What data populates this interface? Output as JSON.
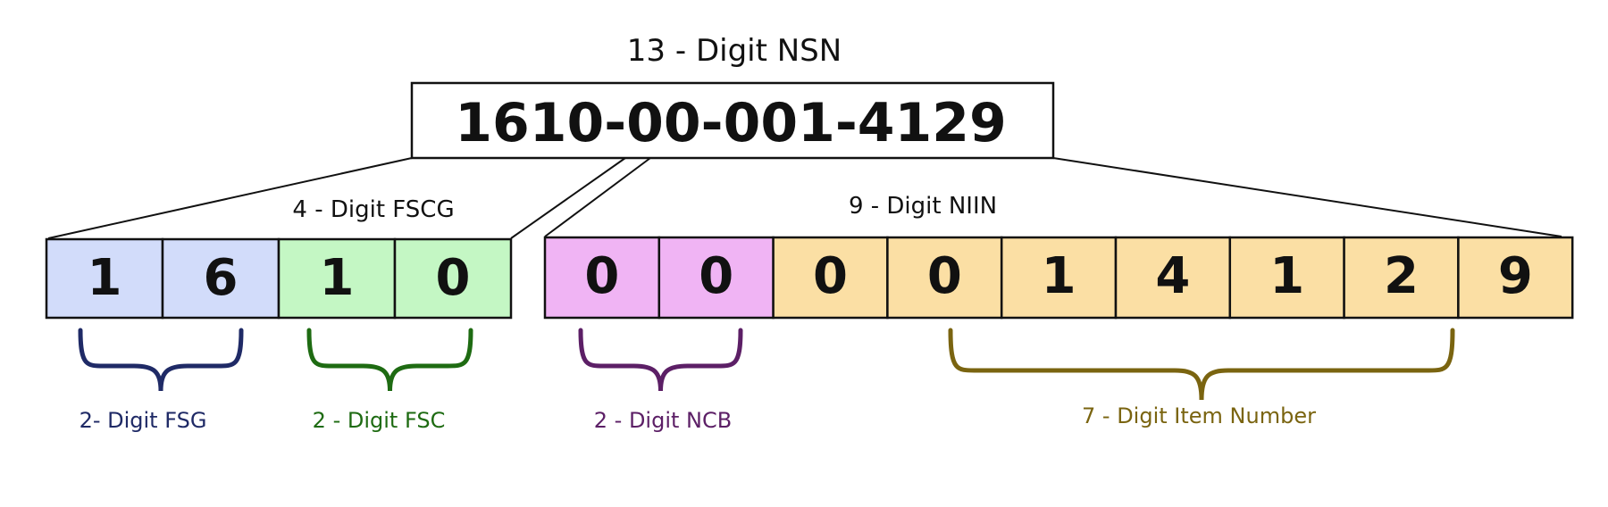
{
  "title": "13 - Digit NSN",
  "nsn": "1610-00-001-4129",
  "fscg_label": "4 - Digit FSCG",
  "niin_label": "9 - Digit NIIN",
  "fscg_digits": [
    "1",
    "6",
    "1",
    "0"
  ],
  "niin_digits": [
    "0",
    "0",
    "0",
    "0",
    "1",
    "4",
    "1",
    "2",
    "9"
  ],
  "groups": {
    "fsg": {
      "label": "2- Digit FSG",
      "color": "#1f2a66"
    },
    "fsc": {
      "label": "2 - Digit FSC",
      "color": "#1e6b12"
    },
    "ncb": {
      "label": "2 - Digit NCB",
      "color": "#5c1f66"
    },
    "item": {
      "label": "7 - Digit Item Number",
      "color": "#7a6410"
    }
  },
  "fills": {
    "fsg": "#d2dcfa",
    "fsc": "#c4f7c4",
    "ncb": "#f0b4f4",
    "item": "#fbdfa4"
  }
}
